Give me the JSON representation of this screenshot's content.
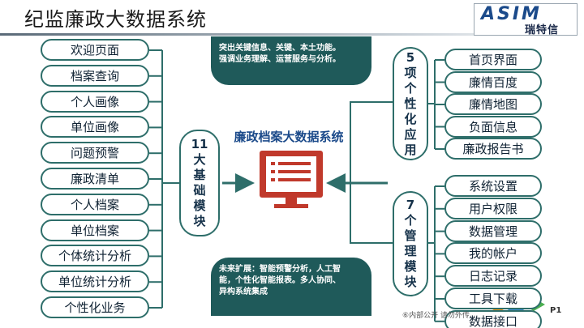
{
  "header": {
    "title": "纪监廉政大数据系统"
  },
  "logo": {
    "main": "ASIM",
    "sub": "瑞特信"
  },
  "left_items": [
    "欢迎页面",
    "档案查询",
    "个人画像",
    "单位画像",
    "问题预警",
    "廉政清单",
    "个人档案",
    "单位档案",
    "个体统计分析",
    "单位统计分析",
    "个性化业务"
  ],
  "left_module": {
    "chars": [
      "11",
      "大",
      "基",
      "础",
      "模",
      "块"
    ]
  },
  "center": {
    "title": "廉政档案大数据系统"
  },
  "note_top": {
    "line1": "突出关键信息、关键、本土功能。",
    "line2": "强调业务理解、运营服务与分析。"
  },
  "note_bottom": {
    "line1": "未来扩展：智能预警分析，人工智",
    "line2": "能，个性化智能报表。多人协同、",
    "line3": "异构系统集成"
  },
  "right_top_module": {
    "chars": [
      "5",
      "项",
      "个",
      "性",
      "化",
      "应",
      "用"
    ]
  },
  "right_top_items": [
    "首页界面",
    "廉情百度",
    "廉情地图",
    "负面信息",
    "廉政报告书"
  ],
  "right_bottom_module": {
    "chars": [
      "7",
      "个",
      "管",
      "理",
      "模",
      "块"
    ]
  },
  "right_bottom_items": [
    "系统设置",
    "用户权限",
    "数据管理",
    "我的帐户",
    "日志记录",
    "工具下载",
    "数据接口"
  ],
  "footer": {
    "note": "⑥内部公开 请勿外传",
    "page": "P1"
  },
  "colors": {
    "teal": "#2e6e6a",
    "note_bg": "#1f5a5a",
    "accent_red": "#c0392b",
    "blue": "#1b4a8a"
  }
}
